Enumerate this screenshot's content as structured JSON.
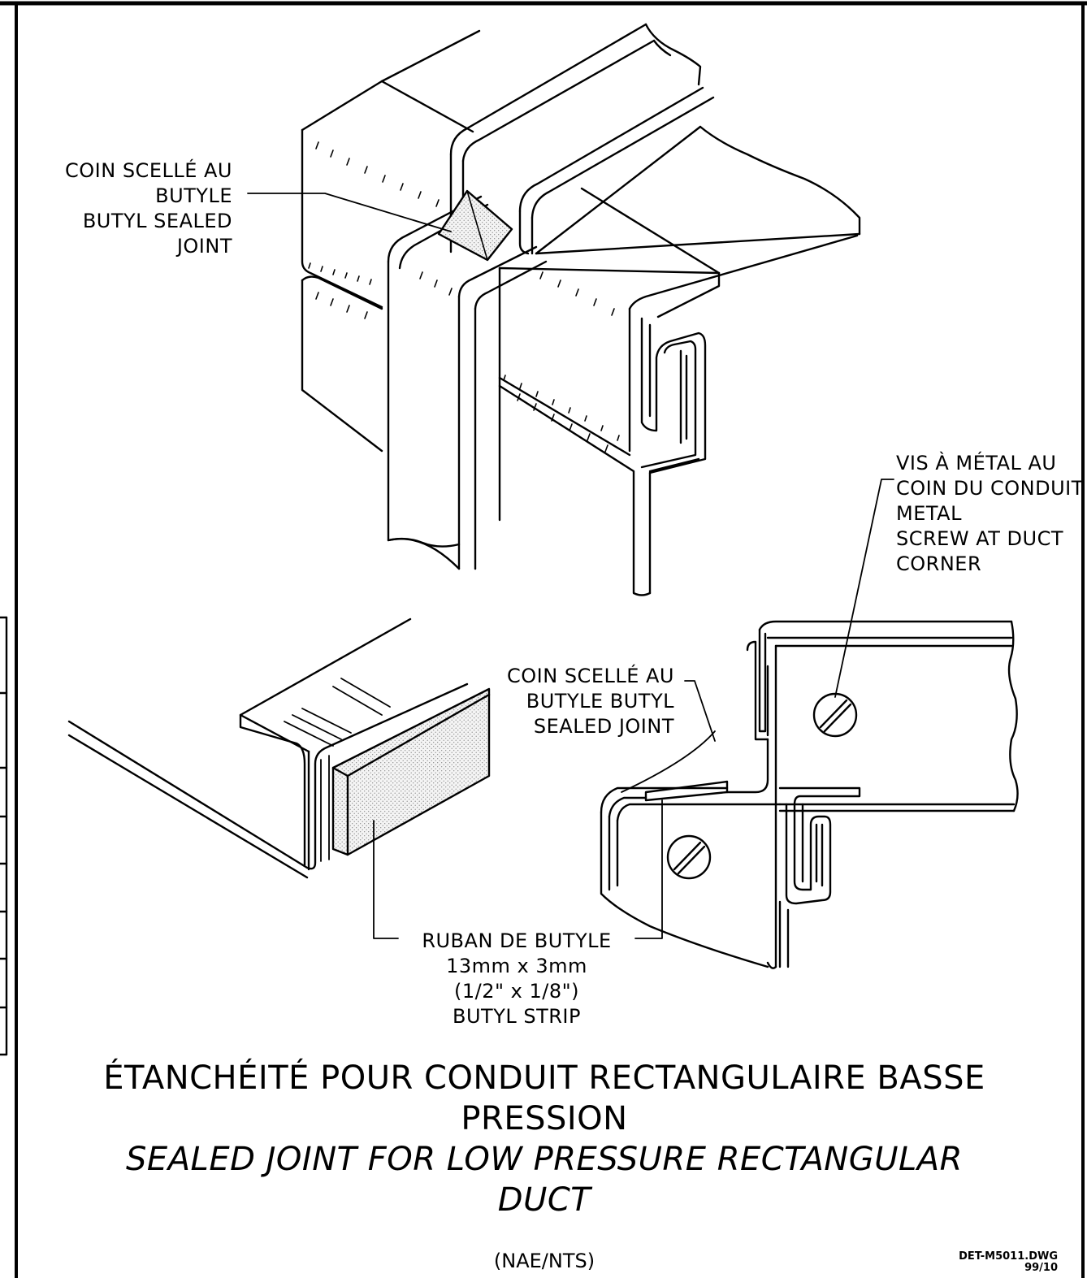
{
  "callouts": {
    "top_left": [
      "COIN SCELLÉ AU",
      "BUTYLE",
      "BUTYL SEALED",
      "JOINT"
    ],
    "screw": [
      "VIS À MÉTAL AU",
      "COIN DU CONDUIT",
      "METAL",
      "SCREW AT DUCT",
      "CORNER"
    ],
    "corner_sealed": [
      "COIN SCELLÉ AU",
      "BUTYLE BUTYL",
      "SEALED JOINT"
    ],
    "butyl_strip": [
      "RUBAN DE BUTYLE",
      "13mm x 3mm",
      "(1/2\" x 1/8\")",
      "BUTYL STRIP"
    ]
  },
  "title": {
    "fr_line1": "ÉTANCHÉITÉ POUR CONDUIT RECTANGULAIRE BASSE",
    "fr_line2": "PRESSION",
    "en_line1": "SEALED JOINT FOR LOW PRESSURE RECTANGULAR",
    "en_line2": "DUCT"
  },
  "scale": "(NAE/NTS)",
  "drawing": {
    "file": "DET-M5011.DWG",
    "date": "99/10"
  }
}
